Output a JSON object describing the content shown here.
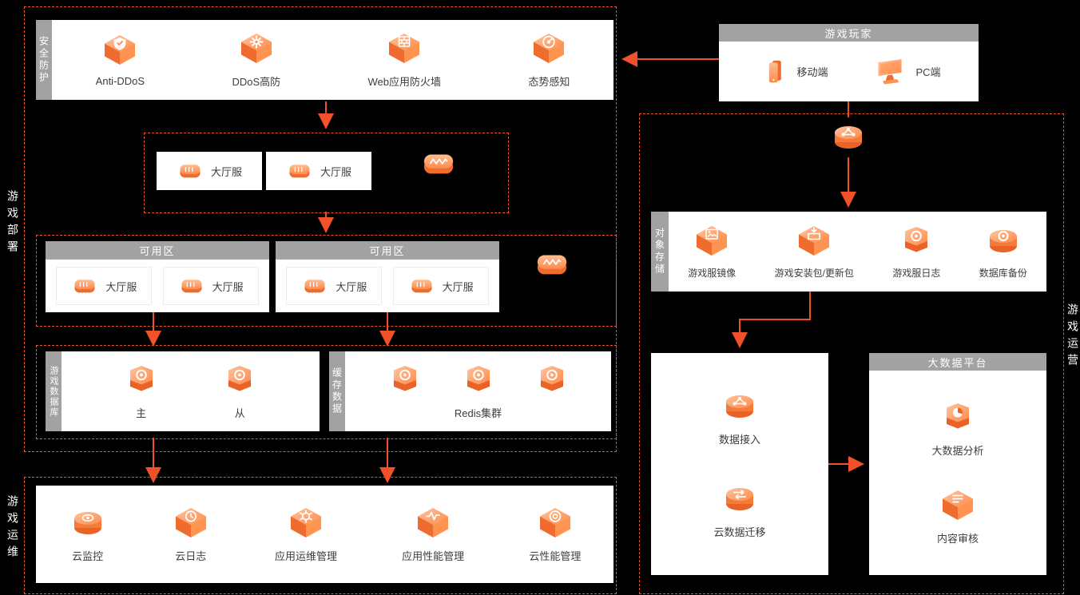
{
  "colors": {
    "background": "#000000",
    "accent": "#f0512a",
    "dashed_border": "#ee5526",
    "icon_orange": "#ff8a4a",
    "panel_gray": "#a2a2a2",
    "box_white": "#ffffff"
  },
  "side_labels": {
    "deploy": "游戏部署",
    "ops": "游戏运维",
    "operation": "游戏运营"
  },
  "security": {
    "tab": "安全防护",
    "items": [
      {
        "label": "Anti-DDoS",
        "icon": "shield-icon"
      },
      {
        "label": "DDoS高防",
        "icon": "burst-icon"
      },
      {
        "label": "Web应用防火墙",
        "icon": "firewall-icon"
      },
      {
        "label": "态势感知",
        "icon": "radar-icon"
      }
    ]
  },
  "lobby": {
    "servers": [
      {
        "label": "大厅服",
        "icon": "server-icon"
      },
      {
        "label": "大厅服",
        "icon": "server-icon"
      }
    ],
    "slb_icon": "load-balancer-icon"
  },
  "zones": {
    "headers": [
      "可用区",
      "可用区"
    ],
    "zone1": [
      {
        "label": "大厅服",
        "icon": "server-icon"
      },
      {
        "label": "大厅服",
        "icon": "server-icon"
      }
    ],
    "zone2": [
      {
        "label": "大厅服",
        "icon": "server-icon"
      },
      {
        "label": "大厅服",
        "icon": "server-icon"
      }
    ],
    "slb_icon": "load-balancer-icon"
  },
  "database": {
    "tab": "游戏数据库",
    "items": [
      {
        "label": "主",
        "icon": "database-icon"
      },
      {
        "label": "从",
        "icon": "database-icon"
      }
    ]
  },
  "cache": {
    "tab": "缓存数据",
    "cluster": "Redis集群",
    "icon": "redis-icon"
  },
  "ops": {
    "items": [
      {
        "label": "云监控",
        "icon": "cloud-monitor-icon"
      },
      {
        "label": "云日志",
        "icon": "cloud-log-icon"
      },
      {
        "label": "应用运维管理",
        "icon": "app-ops-icon"
      },
      {
        "label": "应用性能管理",
        "icon": "app-perf-icon"
      },
      {
        "label": "云性能管理",
        "icon": "cloud-perf-icon"
      }
    ]
  },
  "players": {
    "title": "游戏玩家",
    "items": [
      {
        "label": "移动端",
        "icon": "mobile-icon"
      },
      {
        "label": "PC端",
        "icon": "pc-icon"
      }
    ]
  },
  "cdn_icon": "cdn-icon",
  "storage": {
    "tab": "对象存储",
    "items": [
      {
        "label": "游戏服镜像",
        "icon": "image-icon"
      },
      {
        "label": "游戏安装包/更新包",
        "icon": "package-icon"
      },
      {
        "label": "游戏服日志",
        "icon": "log-icon"
      },
      {
        "label": "数据库备份",
        "icon": "backup-icon"
      }
    ]
  },
  "data_access": {
    "items": [
      {
        "label": "数据接入",
        "icon": "data-access-icon"
      },
      {
        "label": "云数据迁移",
        "icon": "data-migration-icon"
      }
    ]
  },
  "bigdata": {
    "title": "大数据平台",
    "items": [
      {
        "label": "大数据分析",
        "icon": "bigdata-analysis-icon"
      },
      {
        "label": "内容审核",
        "icon": "content-review-icon"
      }
    ]
  }
}
